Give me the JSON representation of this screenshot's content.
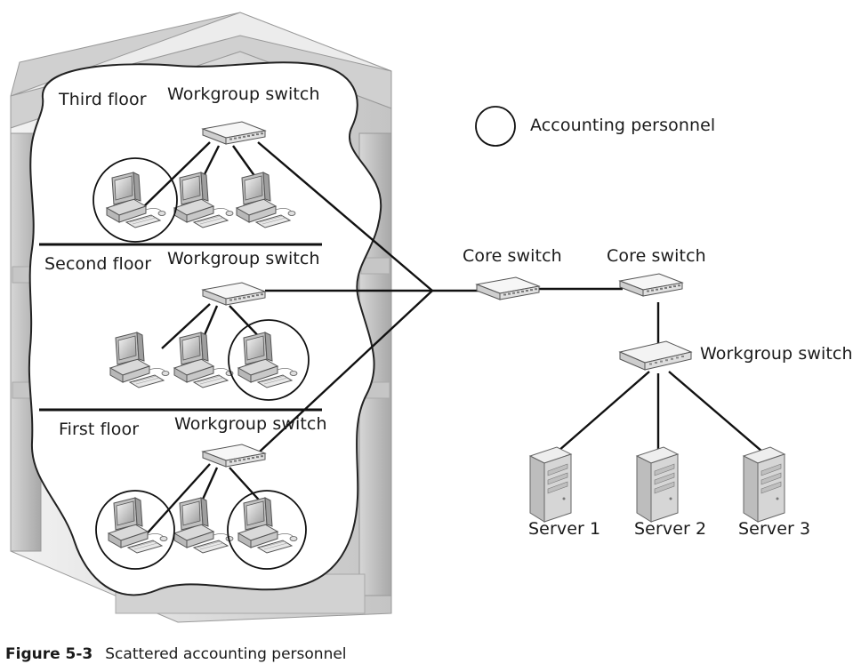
{
  "floors": {
    "third": "Third floor",
    "second": "Second floor",
    "first": "First floor"
  },
  "switches": {
    "workgroup_third": "Workgroup switch",
    "workgroup_second": "Workgroup switch",
    "workgroup_first": "Workgroup switch",
    "core_left": "Core switch",
    "core_right": "Core switch",
    "workgroup_servers": "Workgroup switch"
  },
  "legend": {
    "accounting": "Accounting personnel"
  },
  "servers": [
    "Server 1",
    "Server 2",
    "Server 3"
  ],
  "caption": {
    "number": "Figure 5-3",
    "text": "Scattered accounting personnel"
  },
  "colors": {
    "building_light": "#e6e6e6",
    "building_mid": "#cfcfcf",
    "building_dark": "#b5b5b5",
    "line": "#111111"
  }
}
